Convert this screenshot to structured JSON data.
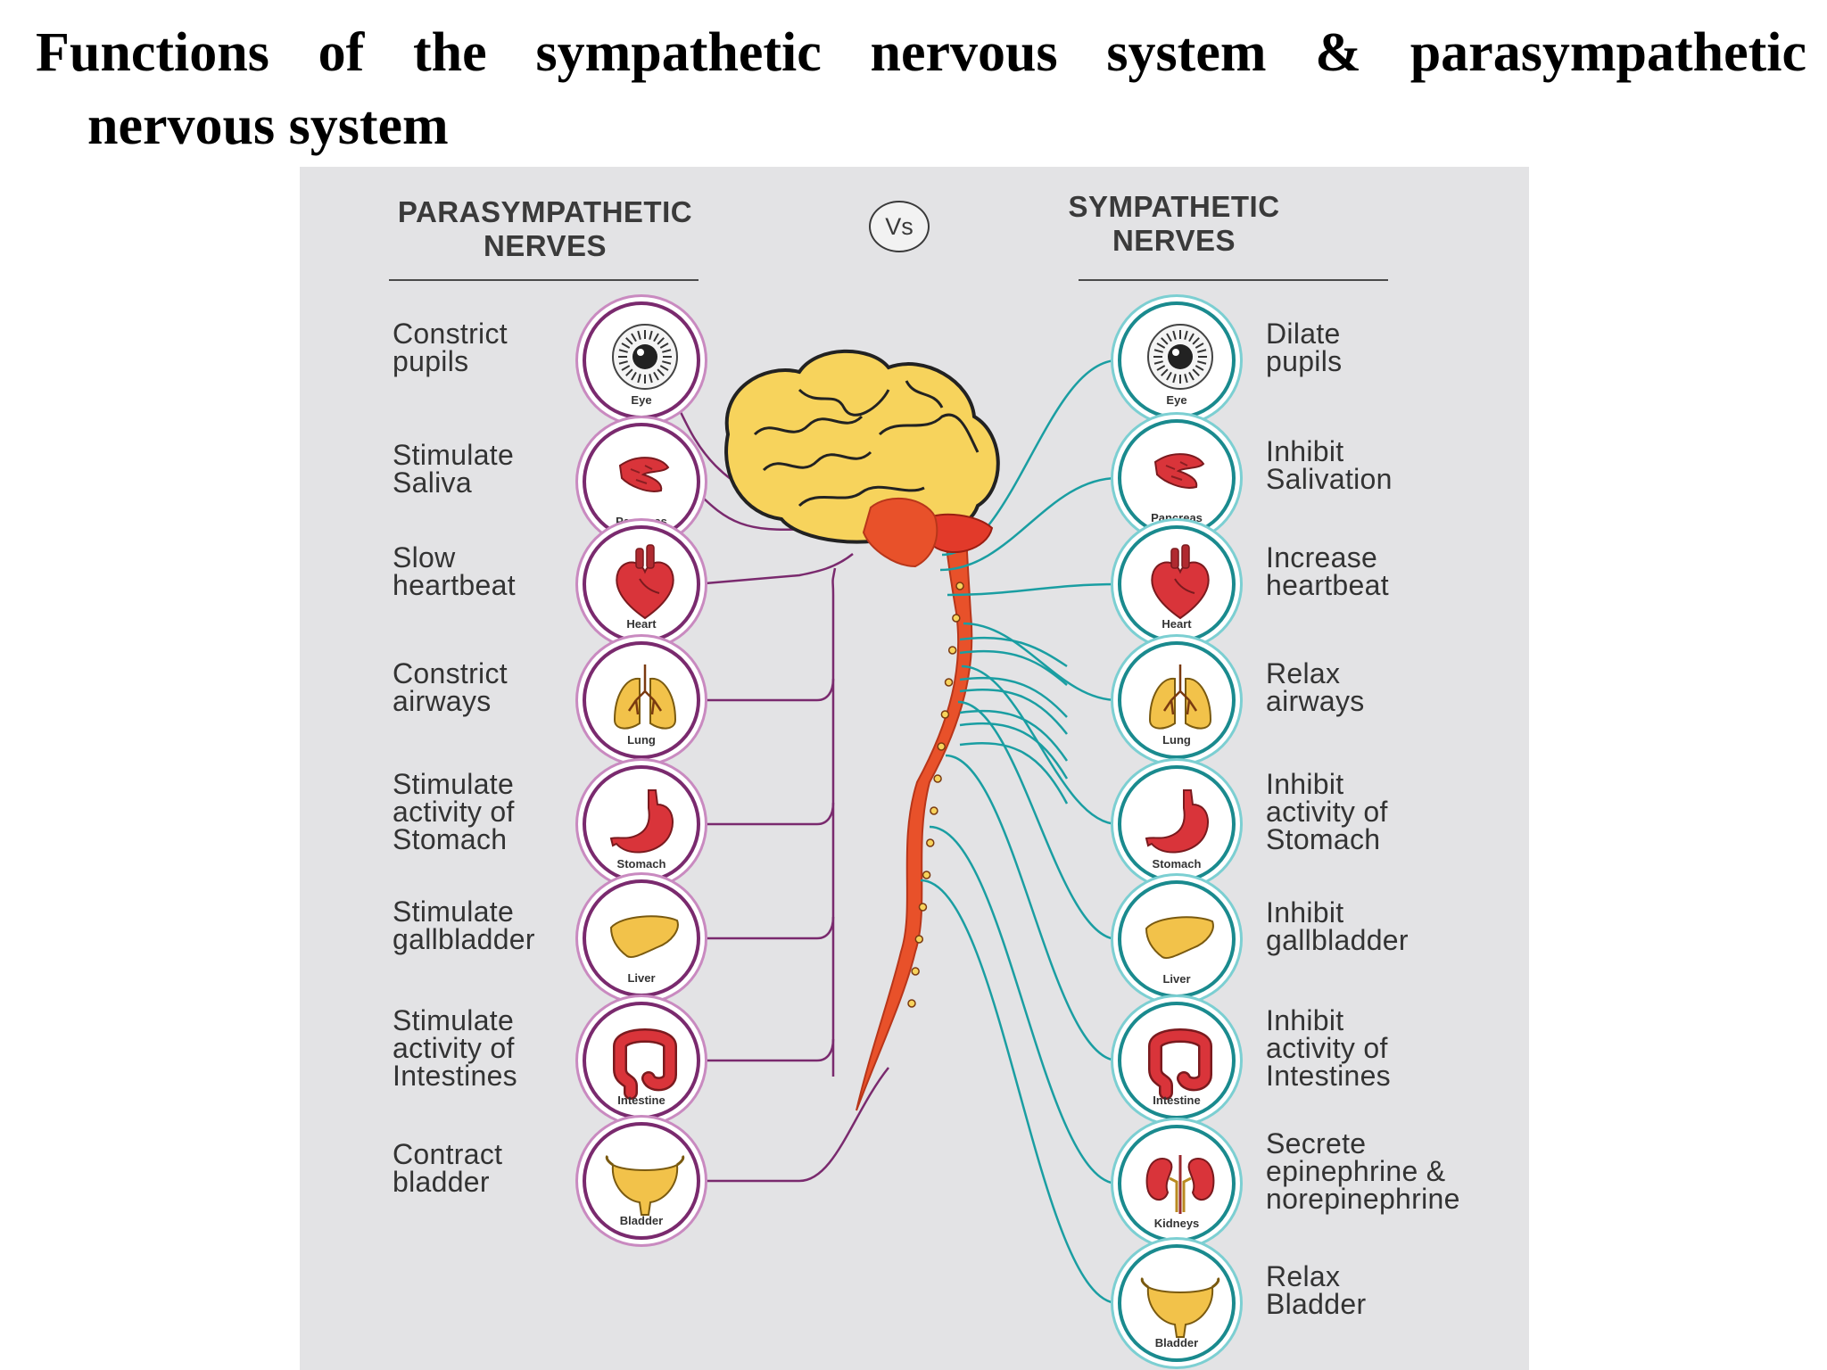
{
  "slide_title": {
    "line1_words": [
      "Functions",
      "of",
      "the",
      "sympathetic",
      "nervous",
      "system",
      "&",
      "parasympathetic"
    ],
    "line2": "nervous system"
  },
  "diagram": {
    "left_header": [
      "PARASYMPATHETIC",
      "NERVES"
    ],
    "right_header": [
      "SYMPATHETIC",
      "NERVES"
    ],
    "vs_label": "Vs",
    "colors": {
      "parasympathetic": "#7a2a6e",
      "sympathetic": "#1a9ea2",
      "spinal_cord": "#e8512a",
      "brain": "#f7d35c",
      "panel_bg": "#e3e3e5"
    },
    "parasympathetic": [
      {
        "organ": "Eye",
        "icon": "eye-icon",
        "lines": [
          "Constrict",
          "pupils"
        ]
      },
      {
        "organ": "Pancreas",
        "icon": "pancreas-icon",
        "lines": [
          "Stimulate",
          "Saliva"
        ]
      },
      {
        "organ": "Heart",
        "icon": "heart-icon",
        "lines": [
          "Slow",
          "heartbeat"
        ]
      },
      {
        "organ": "Lung",
        "icon": "lung-icon",
        "lines": [
          "Constrict",
          "airways"
        ]
      },
      {
        "organ": "Stomach",
        "icon": "stomach-icon",
        "lines": [
          "Stimulate",
          "activity of",
          "Stomach"
        ]
      },
      {
        "organ": "Liver",
        "icon": "liver-icon",
        "lines": [
          "Stimulate",
          "gallbladder"
        ]
      },
      {
        "organ": "Intestine",
        "icon": "intestine-icon",
        "lines": [
          "Stimulate",
          "activity of",
          "Intestines"
        ]
      },
      {
        "organ": "Bladder",
        "icon": "bladder-icon",
        "lines": [
          "Contract",
          "bladder"
        ]
      }
    ],
    "sympathetic": [
      {
        "organ": "Eye",
        "icon": "eye-icon",
        "lines": [
          "Dilate",
          "pupils"
        ]
      },
      {
        "organ": "Pancreas",
        "icon": "pancreas-icon",
        "lines": [
          "Inhibit",
          "Salivation"
        ]
      },
      {
        "organ": "Heart",
        "icon": "heart-icon",
        "lines": [
          "Increase",
          "heartbeat"
        ]
      },
      {
        "organ": "Lung",
        "icon": "lung-icon",
        "lines": [
          "Relax",
          "airways"
        ]
      },
      {
        "organ": "Stomach",
        "icon": "stomach-icon",
        "lines": [
          "Inhibit",
          "activity of",
          "Stomach"
        ]
      },
      {
        "organ": "Liver",
        "icon": "liver-icon",
        "lines": [
          "Inhibit",
          "gallbladder"
        ]
      },
      {
        "organ": "Intestine",
        "icon": "intestine-icon",
        "lines": [
          "Inhibit",
          "activity of",
          "Intestines"
        ]
      },
      {
        "organ": "Kidneys",
        "icon": "kidneys-icon",
        "lines": [
          "Secrete",
          "epinephrine &",
          "norepinephrine"
        ]
      },
      {
        "organ": "Bladder",
        "icon": "bladder-icon",
        "lines": [
          "Relax",
          "Bladder"
        ]
      }
    ]
  }
}
